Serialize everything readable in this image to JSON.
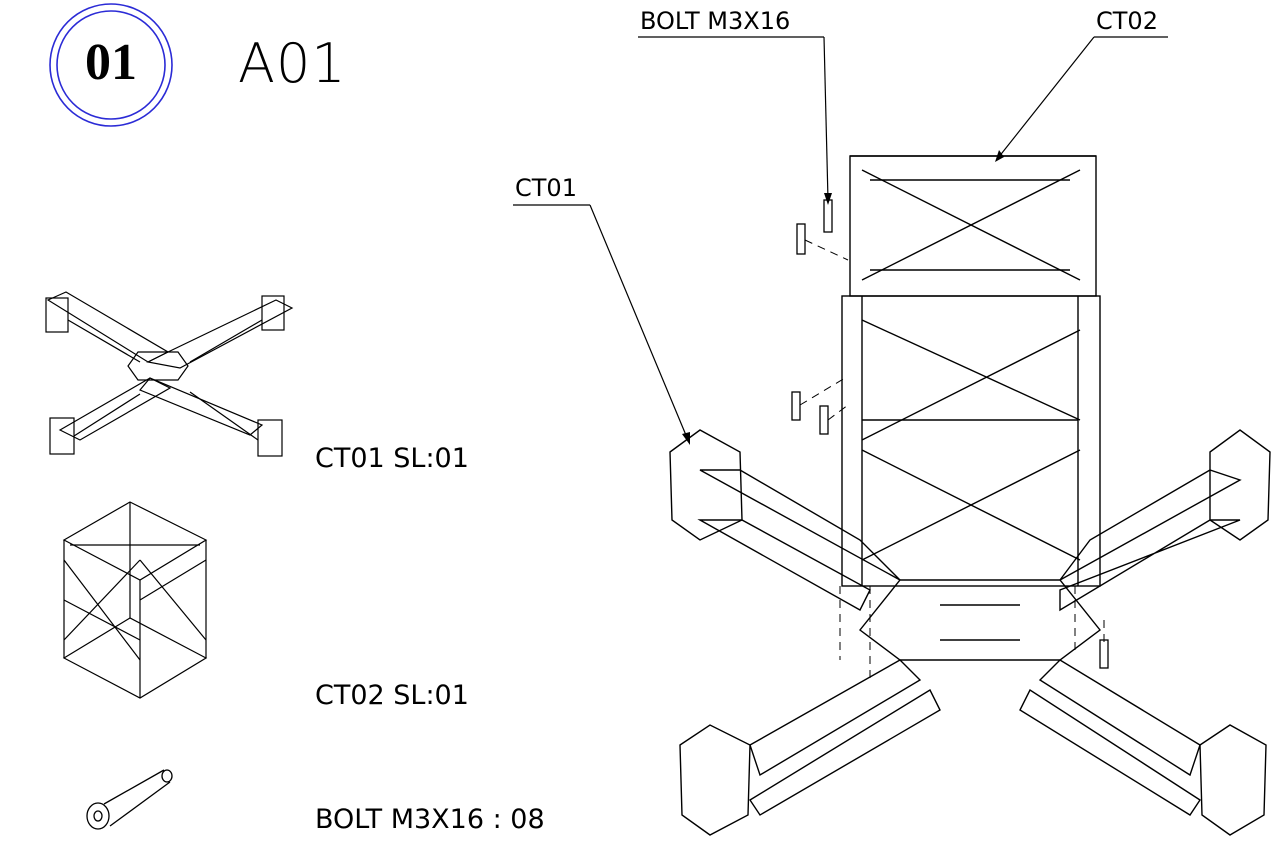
{
  "header": {
    "step_number": "01",
    "assembly_code": "A01"
  },
  "parts_list": [
    {
      "label": "CT01 SL:01"
    },
    {
      "label": "CT02 SL:01"
    },
    {
      "label": "BOLT M3X16 : 08"
    }
  ],
  "callouts": {
    "bolt": "BOLT M3X16",
    "ct02": "CT02",
    "ct01": "CT01"
  },
  "colors": {
    "badge_ring": "#2b2bd6",
    "line": "#000000"
  }
}
